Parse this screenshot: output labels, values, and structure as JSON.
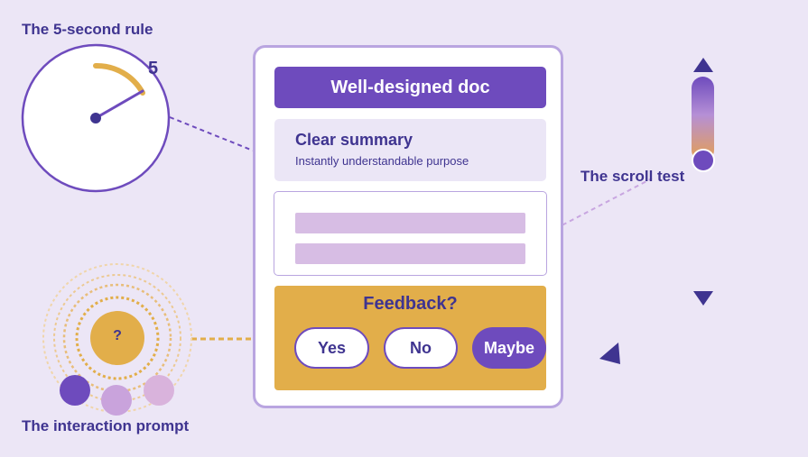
{
  "five_second_rule": {
    "title": "The 5-second rule",
    "seconds_label": "5"
  },
  "document": {
    "title": "Well-designed doc",
    "summary_title": "Clear summary",
    "summary_subtitle": "Instantly understandable purpose",
    "feedback": {
      "prompt": "Feedback?",
      "options": [
        "Yes",
        "No",
        "Maybe"
      ],
      "selected": "Maybe"
    }
  },
  "scroll_test": {
    "label": "The scroll test"
  },
  "interaction_prompt": {
    "label": "The interaction prompt",
    "symbol": "?"
  },
  "colors": {
    "background": "#ece6f6",
    "purple": "#6e4bbd",
    "navy": "#3f3490",
    "gold": "#e2ae4a",
    "lavender": "#d7bde4"
  }
}
